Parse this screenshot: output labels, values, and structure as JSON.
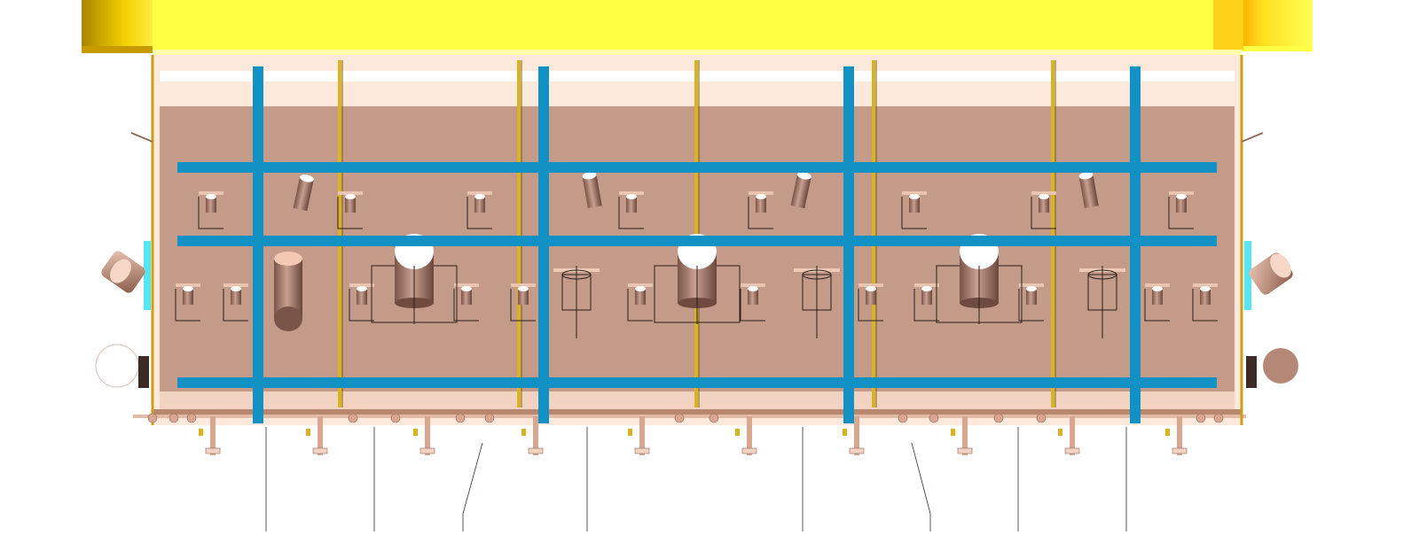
{
  "colors": {
    "background": "#ffffff",
    "top_beam_yellow": "#ffff44",
    "top_beam_end": "#d9b200",
    "panel_fill": "#c49a88",
    "panel_light": "#fde9dc",
    "structural_blue": "#1292c4",
    "rail_gold": "#d8b420",
    "side_cyan": "#55e6f2",
    "fitting_cap": "#ffffff",
    "outline": "#2a1e1a"
  },
  "components": {
    "top_beam": "yellow-overhead-beam",
    "panel": "equipment-panel",
    "vertical_members": "blue-vertical-members",
    "horizontal_members": "blue-horizontal-members",
    "vertical_rails": "gold-vertical-rails",
    "large_tanks": "large-cylinder-tanks",
    "small_fittings": "small-cylinder-fittings",
    "bottom_pipes": "bottom-drop-pipes",
    "side_ports": "angled-side-ports"
  }
}
